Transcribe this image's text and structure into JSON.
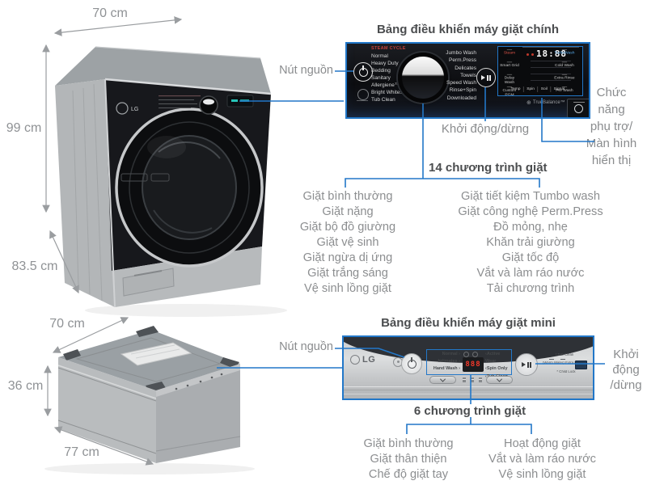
{
  "accent": "#2277c8",
  "dims_main": {
    "width": "70 cm",
    "height": "99 cm",
    "depth": "83.5 cm"
  },
  "dims_mini": {
    "width": "70 cm",
    "height": "36 cm",
    "depth": "77 cm"
  },
  "main_panel": {
    "title": "Bảng điều khiển máy giặt chính",
    "brand": "LG",
    "cycle_header": "STEAM CYCLE",
    "cycles_left": [
      "Normal",
      "Heavy Duty",
      "Bedding",
      "Sanitary",
      "Allergiene™",
      "Bright Whites™",
      "Tub Clean"
    ],
    "cycles_right": [
      "Jumbo Wash",
      "Perm.Press",
      "Delicates",
      "Towels",
      "Speed Wash",
      "Rinse+Spin",
      "Downloaded"
    ],
    "display_time": "18:88",
    "options_left": [
      "Steam",
      "Smart Grid",
      "Delay Wash",
      "Custom PGM"
    ],
    "options_right": [
      "TurboWash",
      "Cold Wash",
      "Extra Rinse",
      "Pre Wash"
    ],
    "options_bottom": [
      "Temp",
      "Spin",
      "Soil",
      "Signal"
    ],
    "truebalance": "TrueBalance™"
  },
  "mini_panel": {
    "title": "Bảng điều khiển máy giặt mini",
    "brand": "LG",
    "cycles_left": [
      "Normal",
      "Intimates",
      "Hand Wash"
    ],
    "cycles_right": [
      "Active Wear",
      "Spin Only",
      "Tub Clean"
    ],
    "display": "888",
    "notes": [
      "* Tub Clean",
      "(Warm Water)  Extra Rinse",
      "* Child Lock"
    ]
  },
  "annotations": {
    "power_main": "Nút nguồn",
    "start_main": "Khởi động/dừng",
    "programs14_title": "14 chương trình giặt",
    "aux": "Chức\nnăng\nphụ trợ/\nMàn hình\nhiển thị",
    "power_mini": "Nút nguồn",
    "start_mini": "Khởi\nđộng\n/dừng",
    "programs6_title": "6 chương trình giặt"
  },
  "programs14": {
    "left": [
      "Giặt bình thường",
      "Giặt nặng",
      "Giặt bộ đồ giường",
      "Giặt vệ sinh",
      "Giặt ngừa dị ứng",
      "Giặt trắng sáng",
      "Vệ sinh lồng giặt"
    ],
    "right": [
      "Giặt tiết kiệm Tumbo wash",
      "Giặt công nghệ Perm.Press",
      "Đồ mỏng, nhẹ",
      "Khăn trải giường",
      "Giặt tốc độ",
      "Vắt và làm ráo nước",
      "Tải chương trình"
    ]
  },
  "programs6": {
    "left": [
      "Giặt bình thường",
      "Giặt thân thiện",
      "Chế độ giặt tay"
    ],
    "right": [
      "Hoạt động giặt",
      "Vắt và làm ráo nước",
      "Vệ sinh lồng giặt"
    ]
  }
}
